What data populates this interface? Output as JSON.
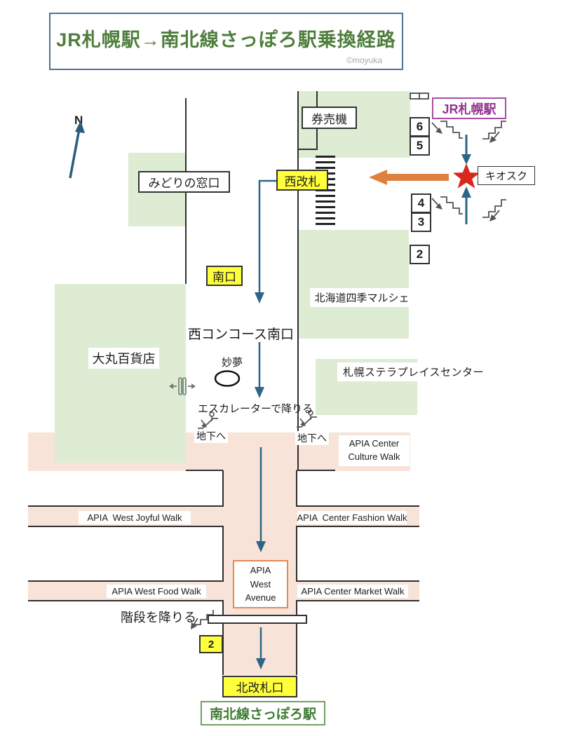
{
  "title": {
    "text": "JR札幌駅→南北線さっぽろ駅乗換経路",
    "credit": "©moyuka"
  },
  "compass": {
    "label": "N"
  },
  "station": {
    "jr_label": "JR札幌駅",
    "subway_label": "南北線さっぽろ駅"
  },
  "map": {
    "ticket_machine": "券売機",
    "midori_window": "みどりの窓口",
    "west_gate": "西改札",
    "south_exit": "南口",
    "kiosk": "キオスク",
    "marche": "北海道四季マルシェ",
    "west_concourse": "西コンコース南口",
    "daimaru": "大丸百貨店",
    "myomu": "妙夢",
    "stellar": "札幌ステラプレイスセンター",
    "escalator_note": "エスカレーターで降りる",
    "to_basement": "地下へ",
    "stairs_note": "階段を降りる",
    "north_gate": "北改札口",
    "exit2": "2"
  },
  "platforms": [
    "6",
    "5",
    "4",
    "3",
    "2"
  ],
  "apia": {
    "culture1": "APIA Center",
    "culture2": "Culture Walk",
    "joyful": "APIA  West Joyful Walk",
    "fashion": "APIA  Center Fashion Walk",
    "food": "APIA West Food Walk",
    "market": "APIA Center Market Walk",
    "avenue1": "APIA",
    "avenue2": "West",
    "avenue3": "Avenue"
  },
  "colors": {
    "green_area": "#ddecd3",
    "pink_area": "#f7e3d8",
    "highlight_yellow": "#ffff3b",
    "route_blue": "#2e6587",
    "arrow_orange": "#e0803f",
    "star_red": "#d8271b",
    "title_green": "#4e7e3c",
    "jr_purple": "#93348f",
    "subway_green": "#3e7a33"
  }
}
